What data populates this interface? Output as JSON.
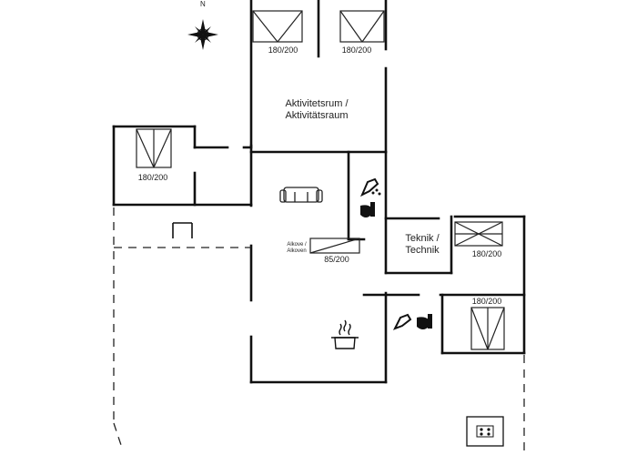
{
  "compass": {
    "north": "N",
    "icon": "compass-rose-icon"
  },
  "rooms": {
    "activity": {
      "line1": "Aktivitetsrum /",
      "line2": "Aktivitätsraum"
    },
    "technik": {
      "line1": "Teknik /",
      "line2": "Technik"
    },
    "alcove": {
      "line1": "Alkove /",
      "line2": "Alkoven"
    }
  },
  "beds": {
    "top_left": "180/200",
    "top_right": "180/200",
    "left_wing": "180/200",
    "alcove": "85/200",
    "technik_side": "180/200",
    "bottom_right": "180/200"
  },
  "icons": [
    "sofa-icon",
    "shower-icon",
    "toilet-icon",
    "cooking-pot-icon",
    "stove-icon",
    "double-bed-icon",
    "single-bed-icon"
  ],
  "colors": {
    "wall": "#111111",
    "line": "#222222",
    "background": "#ffffff"
  }
}
